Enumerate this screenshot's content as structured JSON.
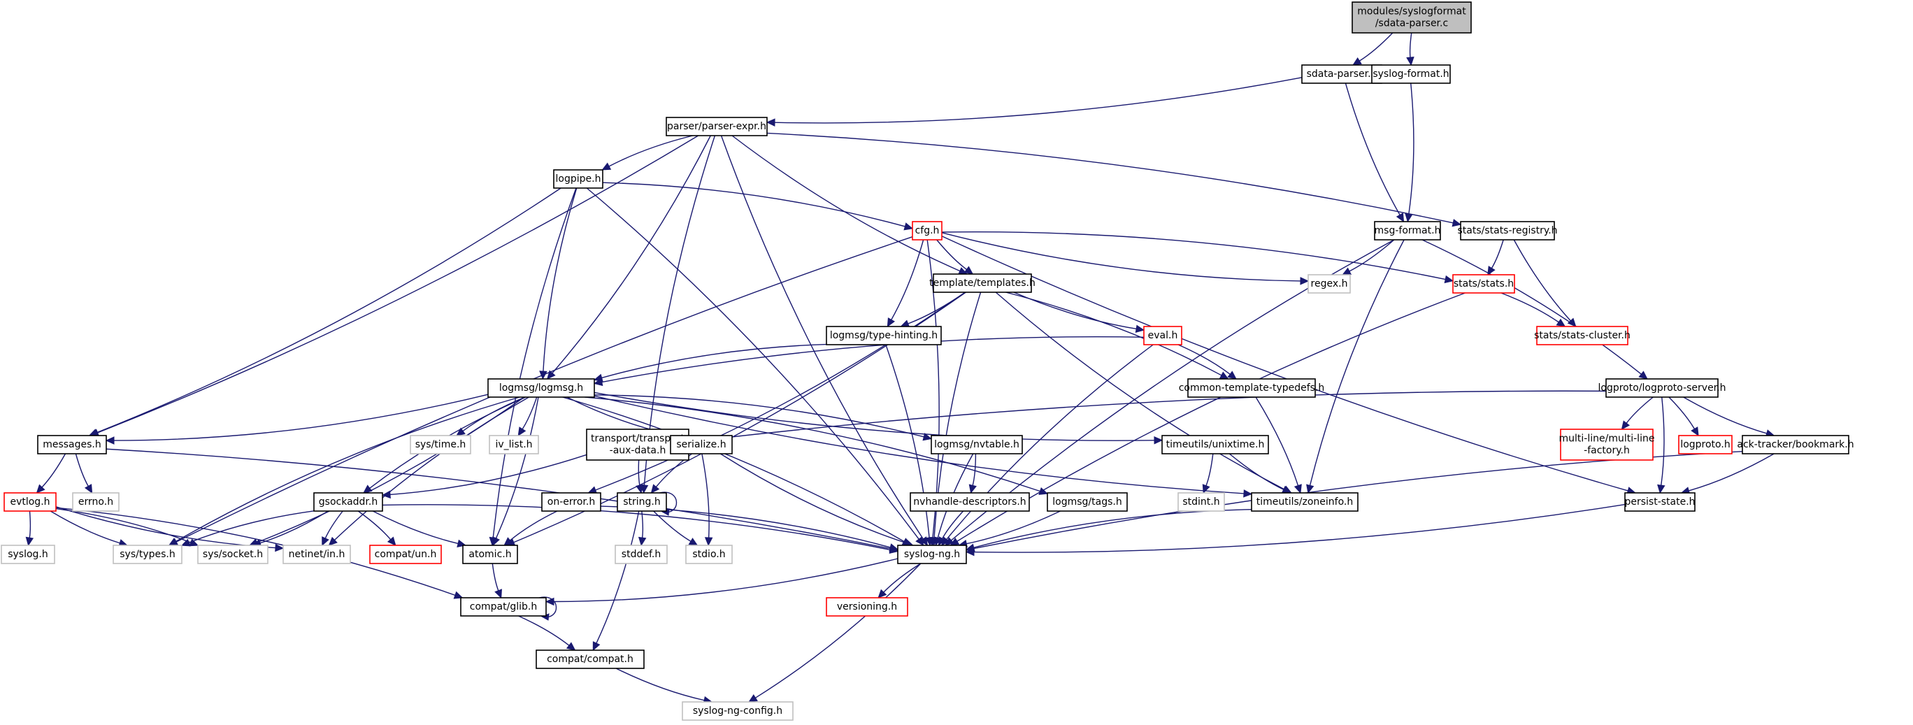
{
  "title": "modules/syslogformat/sdata-parser.c include dependency graph",
  "legend": {
    "root_color": "#bfbfbf",
    "normal_border": "#000000",
    "missing_border": "#bfbfbf",
    "truncated_border": "#ff0000",
    "edge_color": "#191970"
  },
  "nodes": [
    {
      "id": "root",
      "label": "modules/syslogformat\n/sdata-parser.c",
      "style": "root"
    },
    {
      "id": "sdata-parser",
      "label": "sdata-parser.h",
      "style": "normal"
    },
    {
      "id": "syslog-format",
      "label": "syslog-format.h",
      "style": "normal"
    },
    {
      "id": "parser-expr",
      "label": "parser/parser-expr.h",
      "style": "normal"
    },
    {
      "id": "logpipe",
      "label": "logpipe.h",
      "style": "normal"
    },
    {
      "id": "cfg",
      "label": "cfg.h",
      "style": "truncated"
    },
    {
      "id": "msg-format",
      "label": "msg-format.h",
      "style": "normal"
    },
    {
      "id": "stats-registry",
      "label": "stats/stats-registry.h",
      "style": "normal"
    },
    {
      "id": "templates",
      "label": "template/templates.h",
      "style": "normal"
    },
    {
      "id": "regex",
      "label": "regex.h",
      "style": "missing"
    },
    {
      "id": "stats",
      "label": "stats/stats.h",
      "style": "truncated"
    },
    {
      "id": "type-hinting",
      "label": "logmsg/type-hinting.h",
      "style": "normal"
    },
    {
      "id": "eval",
      "label": "eval.h",
      "style": "truncated"
    },
    {
      "id": "stats-cluster",
      "label": "stats/stats-cluster.h",
      "style": "truncated"
    },
    {
      "id": "logmsg",
      "label": "logmsg/logmsg.h",
      "style": "normal"
    },
    {
      "id": "common-template-typedefs",
      "label": "common-template-typedefs.h",
      "style": "normal"
    },
    {
      "id": "logproto-server",
      "label": "logproto/logproto-server.h",
      "style": "normal"
    },
    {
      "id": "messages",
      "label": "messages.h",
      "style": "normal"
    },
    {
      "id": "sys-time",
      "label": "sys/time.h",
      "style": "missing"
    },
    {
      "id": "iv_list",
      "label": "iv_list.h",
      "style": "missing"
    },
    {
      "id": "transport-aux",
      "label": "transport/transport\n-aux-data.h",
      "style": "normal"
    },
    {
      "id": "serialize",
      "label": "serialize.h",
      "style": "normal"
    },
    {
      "id": "nvtable",
      "label": "logmsg/nvtable.h",
      "style": "normal"
    },
    {
      "id": "unixtime",
      "label": "timeutils/unixtime.h",
      "style": "normal"
    },
    {
      "id": "multi-line",
      "label": "multi-line/multi-line\n-factory.h",
      "style": "truncated"
    },
    {
      "id": "logproto",
      "label": "logproto.h",
      "style": "truncated"
    },
    {
      "id": "bookmark",
      "label": "ack-tracker/bookmark.h",
      "style": "normal"
    },
    {
      "id": "evtlog",
      "label": "evtlog.h",
      "style": "truncated"
    },
    {
      "id": "errno",
      "label": "errno.h",
      "style": "missing"
    },
    {
      "id": "gsockaddr",
      "label": "gsockaddr.h",
      "style": "normal"
    },
    {
      "id": "on-error",
      "label": "on-error.h",
      "style": "normal"
    },
    {
      "id": "string",
      "label": "string.h",
      "style": "normal"
    },
    {
      "id": "nvhandle-descriptors",
      "label": "nvhandle-descriptors.h",
      "style": "normal"
    },
    {
      "id": "tags",
      "label": "logmsg/tags.h",
      "style": "normal"
    },
    {
      "id": "stdint",
      "label": "stdint.h",
      "style": "missing"
    },
    {
      "id": "zoneinfo",
      "label": "timeutils/zoneinfo.h",
      "style": "normal"
    },
    {
      "id": "persist-state",
      "label": "persist-state.h",
      "style": "normal"
    },
    {
      "id": "syslog",
      "label": "syslog.h",
      "style": "missing"
    },
    {
      "id": "sys-types",
      "label": "sys/types.h",
      "style": "missing"
    },
    {
      "id": "sys-socket",
      "label": "sys/socket.h",
      "style": "missing"
    },
    {
      "id": "netinet-in",
      "label": "netinet/in.h",
      "style": "missing"
    },
    {
      "id": "compat-un",
      "label": "compat/un.h",
      "style": "truncated"
    },
    {
      "id": "atomic",
      "label": "atomic.h",
      "style": "normal"
    },
    {
      "id": "stddef",
      "label": "stddef.h",
      "style": "missing"
    },
    {
      "id": "stdio",
      "label": "stdio.h",
      "style": "missing"
    },
    {
      "id": "syslog-ng",
      "label": "syslog-ng.h",
      "style": "normal"
    },
    {
      "id": "glib",
      "label": "compat/glib.h",
      "style": "normal"
    },
    {
      "id": "versioning",
      "label": "versioning.h",
      "style": "truncated"
    },
    {
      "id": "compat",
      "label": "compat/compat.h",
      "style": "normal"
    },
    {
      "id": "syslog-ng-config",
      "label": "syslog-ng-config.h",
      "style": "missing"
    }
  ],
  "edges": [
    [
      "root",
      "sdata-parser"
    ],
    [
      "root",
      "syslog-format"
    ],
    [
      "sdata-parser",
      "parser-expr"
    ],
    [
      "sdata-parser",
      "msg-format"
    ],
    [
      "syslog-format",
      "msg-format"
    ],
    [
      "parser-expr",
      "logpipe"
    ],
    [
      "parser-expr",
      "messages"
    ],
    [
      "parser-expr",
      "templates"
    ],
    [
      "parser-expr",
      "logmsg"
    ],
    [
      "parser-expr",
      "string"
    ],
    [
      "parser-expr",
      "stats-registry"
    ],
    [
      "parser-expr",
      "syslog-ng"
    ],
    [
      "logpipe",
      "cfg"
    ],
    [
      "logpipe",
      "logmsg"
    ],
    [
      "logpipe",
      "messages"
    ],
    [
      "logpipe",
      "atomic"
    ],
    [
      "logpipe",
      "syslog-ng"
    ],
    [
      "cfg",
      "templates"
    ],
    [
      "cfg",
      "type-hinting"
    ],
    [
      "cfg",
      "regex"
    ],
    [
      "cfg",
      "stats"
    ],
    [
      "cfg",
      "persist-state"
    ],
    [
      "cfg",
      "syslog-ng"
    ],
    [
      "cfg",
      "sys-types"
    ],
    [
      "msg-format",
      "regex"
    ],
    [
      "msg-format",
      "zoneinfo"
    ],
    [
      "msg-format",
      "logproto-server"
    ],
    [
      "msg-format",
      "syslog-ng"
    ],
    [
      "stats-registry",
      "stats"
    ],
    [
      "stats-registry",
      "stats-cluster"
    ],
    [
      "stats",
      "stats-cluster"
    ],
    [
      "stats",
      "syslog-ng"
    ],
    [
      "templates",
      "type-hinting"
    ],
    [
      "templates",
      "eval"
    ],
    [
      "templates",
      "common-template-typedefs"
    ],
    [
      "templates",
      "zoneinfo"
    ],
    [
      "templates",
      "on-error"
    ],
    [
      "templates",
      "syslog-ng"
    ],
    [
      "templates",
      "atomic"
    ],
    [
      "type-hinting",
      "logmsg"
    ],
    [
      "type-hinting",
      "syslog-ng"
    ],
    [
      "eval",
      "logmsg"
    ],
    [
      "eval",
      "common-template-typedefs"
    ],
    [
      "eval",
      "syslog-ng"
    ],
    [
      "common-template-typedefs",
      "zoneinfo"
    ],
    [
      "logproto-server",
      "multi-line"
    ],
    [
      "logproto-server",
      "logproto"
    ],
    [
      "logproto-server",
      "bookmark"
    ],
    [
      "logproto-server",
      "persist-state"
    ],
    [
      "logproto-server",
      "transport-aux"
    ],
    [
      "logmsg",
      "messages"
    ],
    [
      "logmsg",
      "sys-time"
    ],
    [
      "logmsg",
      "iv_list"
    ],
    [
      "logmsg",
      "serialize"
    ],
    [
      "logmsg",
      "nvtable"
    ],
    [
      "logmsg",
      "unixtime"
    ],
    [
      "logmsg",
      "tags"
    ],
    [
      "logmsg",
      "gsockaddr"
    ],
    [
      "logmsg",
      "atomic"
    ],
    [
      "logmsg",
      "sys-types"
    ],
    [
      "logmsg",
      "sys-socket"
    ],
    [
      "logmsg",
      "netinet-in"
    ],
    [
      "logmsg",
      "syslog-ng"
    ],
    [
      "logmsg",
      "zoneinfo"
    ],
    [
      "messages",
      "evtlog"
    ],
    [
      "messages",
      "errno"
    ],
    [
      "messages",
      "syslog-ng"
    ],
    [
      "transport-aux",
      "string"
    ],
    [
      "transport-aux",
      "gsockaddr"
    ],
    [
      "serialize",
      "string"
    ],
    [
      "serialize",
      "stdio"
    ],
    [
      "serialize",
      "syslog-ng"
    ],
    [
      "nvtable",
      "nvhandle-descriptors"
    ],
    [
      "nvtable",
      "syslog-ng"
    ],
    [
      "unixtime",
      "stdint"
    ],
    [
      "unixtime",
      "zoneinfo"
    ],
    [
      "bookmark",
      "persist-state"
    ],
    [
      "bookmark",
      "syslog-ng"
    ],
    [
      "evtlog",
      "syslog"
    ],
    [
      "evtlog",
      "sys-types"
    ],
    [
      "evtlog",
      "sys-socket"
    ],
    [
      "evtlog",
      "netinet-in"
    ],
    [
      "evtlog",
      "glib"
    ],
    [
      "gsockaddr",
      "sys-types"
    ],
    [
      "gsockaddr",
      "sys-socket"
    ],
    [
      "gsockaddr",
      "netinet-in"
    ],
    [
      "gsockaddr",
      "compat-un"
    ],
    [
      "gsockaddr",
      "atomic"
    ],
    [
      "gsockaddr",
      "syslog-ng"
    ],
    [
      "on-error",
      "atomic"
    ],
    [
      "on-error",
      "syslog-ng"
    ],
    [
      "string",
      "string"
    ],
    [
      "string",
      "stddef"
    ],
    [
      "string",
      "stdio"
    ],
    [
      "string",
      "compat"
    ],
    [
      "nvhandle-descriptors",
      "syslog-ng"
    ],
    [
      "tags",
      "syslog-ng"
    ],
    [
      "zoneinfo",
      "syslog-ng"
    ],
    [
      "persist-state",
      "syslog-ng"
    ],
    [
      "atomic",
      "glib"
    ],
    [
      "syslog-ng",
      "glib"
    ],
    [
      "syslog-ng",
      "versioning"
    ],
    [
      "syslog-ng",
      "syslog-ng-config"
    ],
    [
      "glib",
      "glib"
    ],
    [
      "glib",
      "compat"
    ],
    [
      "compat",
      "syslog-ng-config"
    ]
  ]
}
